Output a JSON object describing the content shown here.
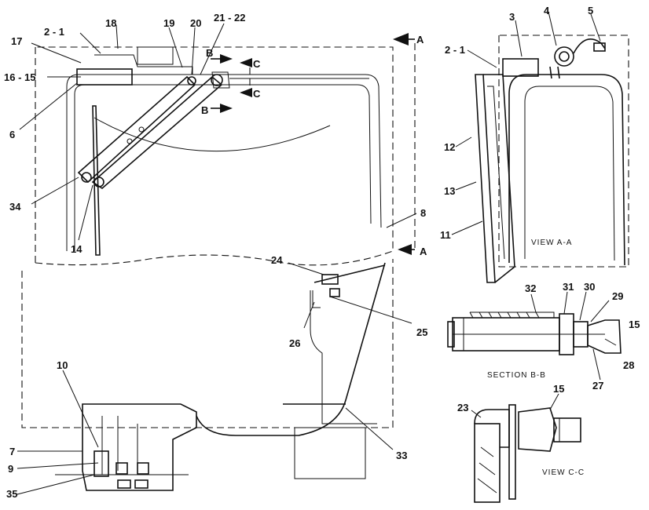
{
  "labels": {
    "l_2_1_main": "2 - 1",
    "l_17": "17",
    "l_18": "18",
    "l_19": "19",
    "l_20": "20",
    "l_21_22": "21 - 22",
    "l_16_15": "16 - 15",
    "l_6": "6",
    "l_34": "34",
    "l_14": "14",
    "l_8": "8",
    "l_24": "24",
    "l_26": "26",
    "l_25": "25",
    "l_10": "10",
    "l_7": "7",
    "l_9": "9",
    "l_35": "35",
    "l_33": "33",
    "l_2_1_view": "2 - 1",
    "l_3": "3",
    "l_4": "4",
    "l_5": "5",
    "l_12": "12",
    "l_13": "13",
    "l_11": "11",
    "l_32": "32",
    "l_31": "31",
    "l_30": "30",
    "l_29": "29",
    "l_15_sec": "15",
    "l_28": "28",
    "l_27": "27",
    "l_23": "23",
    "l_15_view": "15"
  },
  "section_markers": {
    "a_top": "A",
    "a_bottom": "A",
    "b_top": "B",
    "b_bottom": "B",
    "c_top": "C",
    "c_bottom": "C"
  },
  "captions": {
    "view_aa": "VIEW A-A",
    "section_bb": "SECTION B-B",
    "view_cc": "VIEW C-C"
  }
}
